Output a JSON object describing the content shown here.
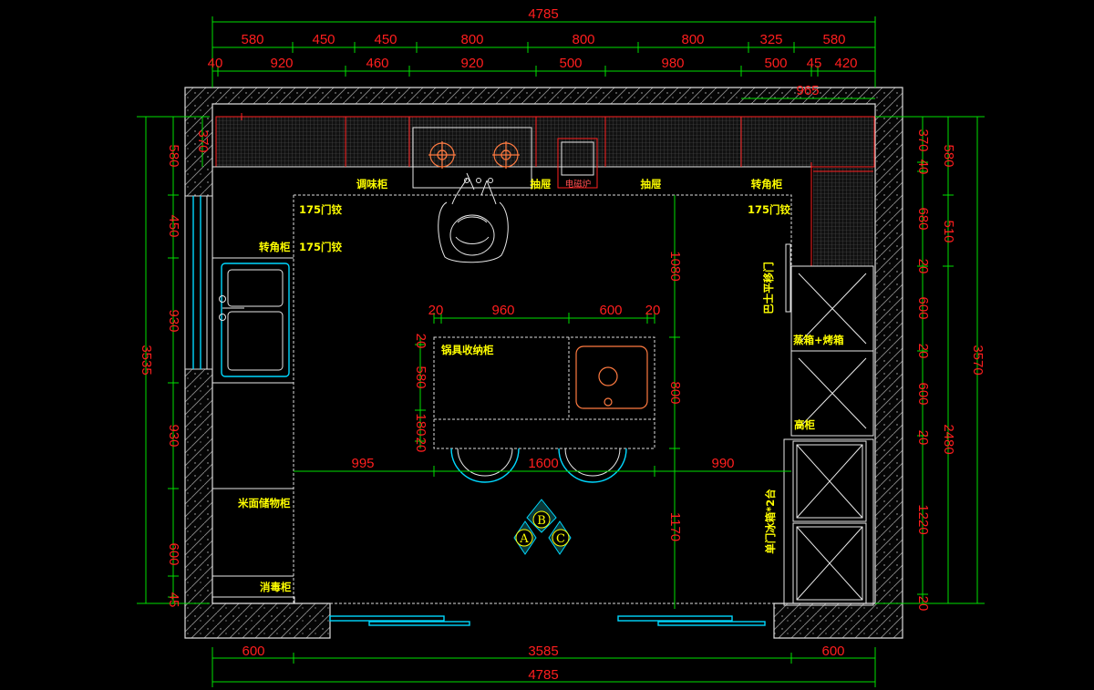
{
  "dims": {
    "top_total": "4785",
    "top_row1": [
      "580",
      "450",
      "450",
      "800",
      "800",
      "800",
      "325",
      "580"
    ],
    "top_row2": [
      "40",
      "920",
      "460",
      "920",
      "500",
      "980",
      "500",
      "45",
      "420"
    ],
    "top_note": "965",
    "bottom_row": [
      "600",
      "3585",
      "600"
    ],
    "bottom_total": "4785",
    "left_total": "3535",
    "left_parts": [
      "580",
      "450",
      "930",
      "930",
      "600",
      "45"
    ],
    "left_inner": "370",
    "right_col1": [
      "370",
      "40",
      "680",
      "20",
      "600",
      "20",
      "600",
      "20",
      "1220",
      "20"
    ],
    "right_col2": [
      "580",
      "510",
      "2480"
    ],
    "right_total": "3570",
    "island_top": [
      "20",
      "960",
      "600",
      "20"
    ],
    "island_left": [
      "20",
      "580",
      "180",
      "20"
    ],
    "mid_row": [
      "995",
      "1600",
      "990"
    ],
    "vert_right": [
      "1080",
      "800",
      "1170"
    ]
  },
  "labels": {
    "seasoning": "调味柜",
    "drawer_left": "抽屉",
    "drawer_right": "抽屉",
    "cooker": "电磁炉",
    "corner_tr": "转角柜",
    "hinge_tl": "175门铰",
    "hinge_tr": "175门铰",
    "corner_left": "转角柜",
    "hinge_left": "175门铰",
    "pot_storage": "锅具收纳柜",
    "sliding_door": "巴士平移门",
    "steam_oven": "蒸箱+烤箱",
    "tall_cabinet": "高柜",
    "fridge": "单门冰箱*2台",
    "rice_storage": "米面储物柜",
    "disinfection": "消毒柜",
    "marker_a": "A",
    "marker_b": "B",
    "marker_c": "C"
  }
}
